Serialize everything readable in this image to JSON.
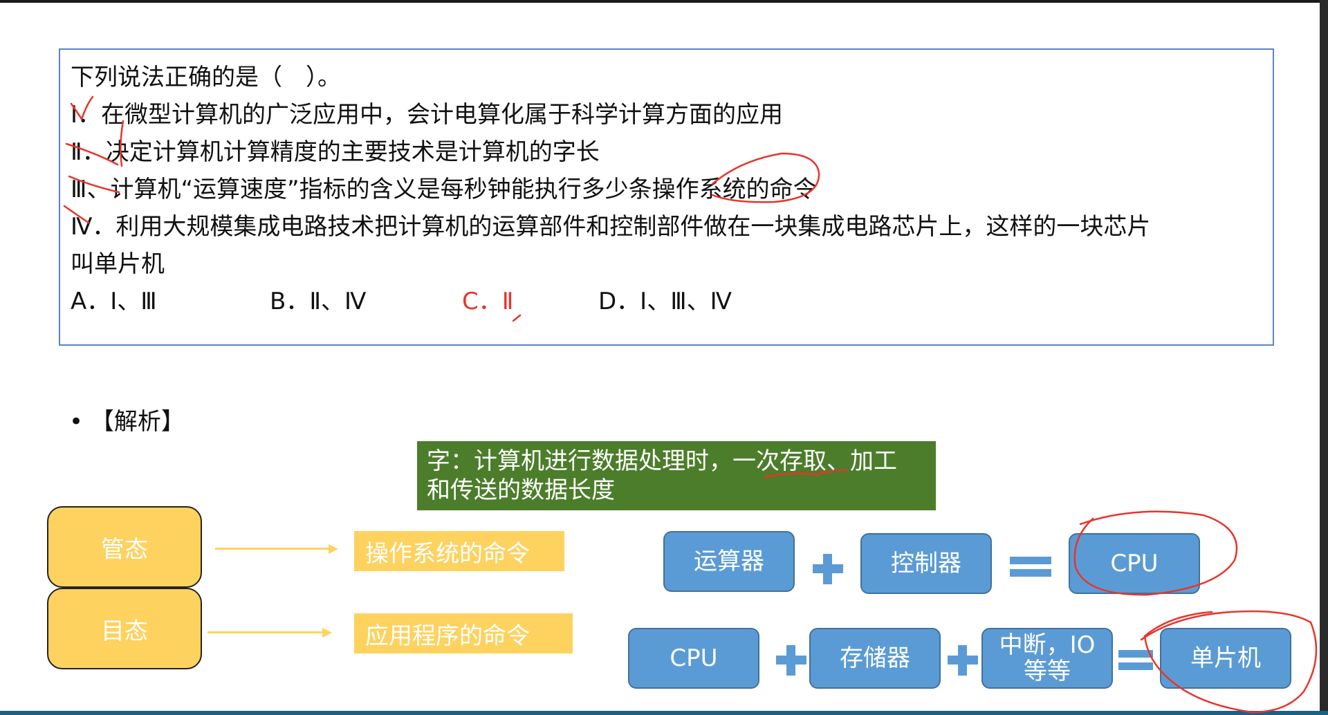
{
  "question": {
    "stem": "下列说法正确的是（　）。",
    "statements": [
      "Ⅰ．在微型计算机的广泛应用中，会计电算化属于科学计算方面的应用",
      "Ⅱ．决定计算机计算精度的主要技术是计算机的字长",
      "Ⅲ、计算机“运算速度”指标的含义是每秒钟能执行多少条操作系统的命令",
      "Ⅳ．利用大规模集成电路技术把计算机的运算部件和控制部件做在一块集成电路芯片上，这样的一块芯片",
      "叫单片机"
    ],
    "options": [
      {
        "label": "A．Ⅰ、Ⅲ"
      },
      {
        "label": "B．Ⅱ、Ⅳ"
      },
      {
        "label": "C．Ⅱ"
      },
      {
        "label": "D．Ⅰ、Ⅲ、Ⅳ"
      }
    ]
  },
  "analysis_title": "【解析】",
  "word_note": {
    "line1": "字：计算机进行数据处理时，一次存取、加工",
    "line2": "和传送的数据长度"
  },
  "modes": {
    "supervisor": "管态",
    "user": "目态",
    "supervisor_cmd": "操作系统的命令",
    "user_cmd": "应用程序的命令"
  },
  "equation1": {
    "alu": "运算器",
    "controller": "控制器",
    "cpu": "CPU"
  },
  "equation2": {
    "cpu": "CPU",
    "memory": "存储器",
    "interrupt_line1": "中断，IO",
    "interrupt_line2": "等等",
    "mcu": "单片机"
  },
  "colors": {
    "correct_option": "#e8342b",
    "note_background": "#4c7d2b",
    "mode_yellow": "#fed25f",
    "block_blue": "#5b9bd5",
    "ink_red": "#e8342b"
  }
}
